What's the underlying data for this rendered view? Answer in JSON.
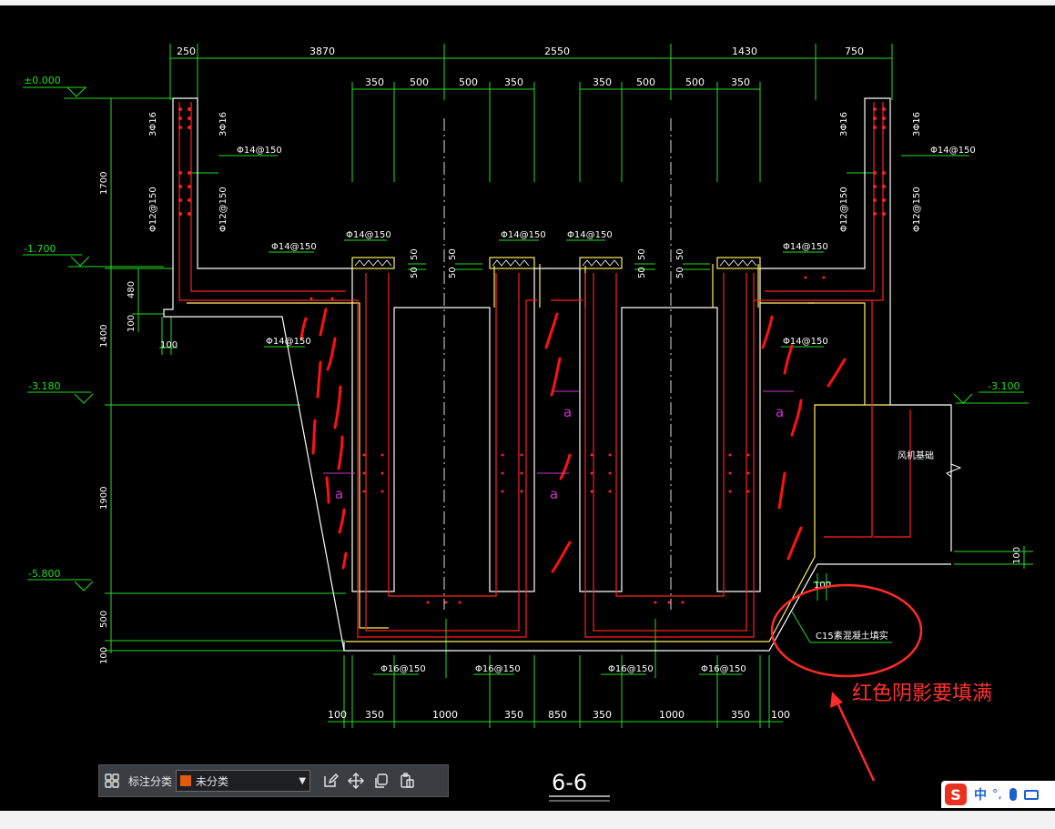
{
  "top_dims": [
    "250",
    "3870",
    "2550",
    "1430",
    "750"
  ],
  "inner_dims_left": [
    "350",
    "500",
    "500",
    "350"
  ],
  "inner_dims_right": [
    "350",
    "500",
    "500",
    "350"
  ],
  "bottom_dims": [
    "100",
    "350",
    "1000",
    "350",
    "850",
    "350",
    "1000",
    "350",
    "100"
  ],
  "elevations": [
    "±0.000",
    "-1.700",
    "-3.180",
    "-5.800",
    "-3.100"
  ],
  "left_vertical_dims": [
    "1700",
    "1400",
    "1900",
    "500",
    "100"
  ],
  "left_small_dims": [
    "480",
    "100"
  ],
  "rebar_labels": {
    "top_left_a": "3Φ16",
    "top_left_b": "3Φ16",
    "mid_left_a": "Φ12@150",
    "mid_left_b": "Φ12@150",
    "top_right_a": "3Φ16",
    "top_right_b": "3Φ16",
    "mid_right_a": "Φ12@150",
    "mid_right_b": "Φ12@150",
    "left_wall": "Φ14@150",
    "right_wall": "Φ14@150",
    "slab_1": "Φ14@150",
    "slab_2": "Φ14@150",
    "slab_3": "Φ14@150",
    "slab_4": "Φ14@150",
    "slab_5": "Φ14@150",
    "slab_left_low": "Φ14@150",
    "slab_right_low": "Φ14@150",
    "bottom_1": "Φ16@150",
    "bottom_2": "Φ16@150",
    "bottom_3": "Φ16@150",
    "bottom_4": "Φ16@150"
  },
  "small_dims": {
    "d50": "50",
    "d100": "100",
    "d100b": "100"
  },
  "section_marker": "a",
  "right_room_label": "风机基础",
  "c15_label": "C15素混凝土填实",
  "section_title": "6-6",
  "annotation": "红色阴影要填满",
  "toolbar": {
    "label": "标注分类",
    "select_value": "未分类",
    "swatch_color": "#e25a0c"
  },
  "ime": {
    "logo": "S",
    "lang": "中",
    "punct": "°,"
  },
  "colors": {
    "dim": "#22dd22",
    "structure": "#ffffff",
    "rebar": "#ff2020",
    "hatch": "#ff1111",
    "accent": "#ff3030"
  }
}
